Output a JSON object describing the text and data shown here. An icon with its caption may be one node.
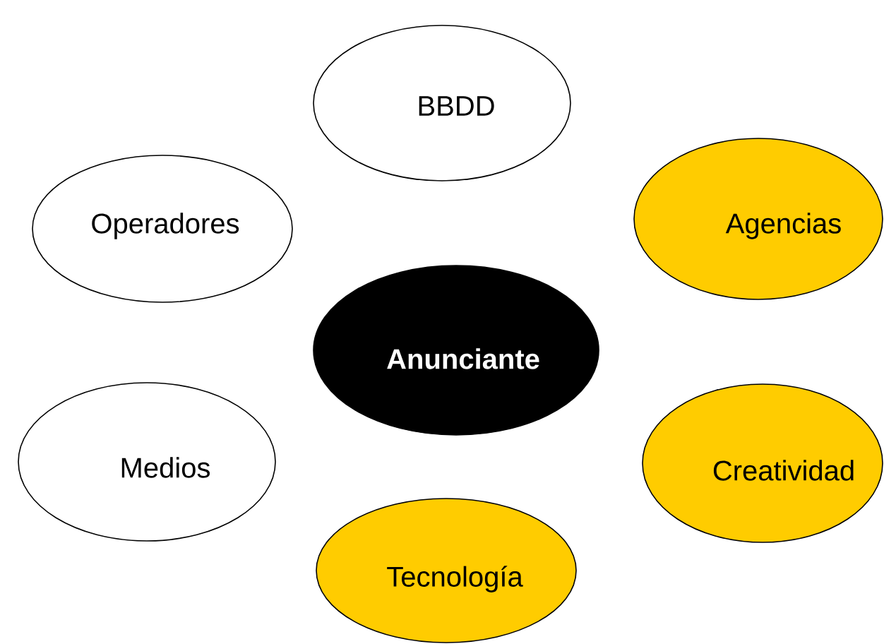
{
  "diagram": {
    "nodes": [
      {
        "text": [
          "BBDD"
        ]
      },
      {
        "text": [
          "Operadores"
        ]
      },
      {
        "text": [
          "Agencias"
        ]
      },
      {
        "text": [
          "Anunciante"
        ]
      },
      {
        "text": [
          "Medios"
        ]
      },
      {
        "text": [
          "Creatividad"
        ]
      },
      {
        "text": [
          "Tecnología"
        ]
      }
    ]
  }
}
